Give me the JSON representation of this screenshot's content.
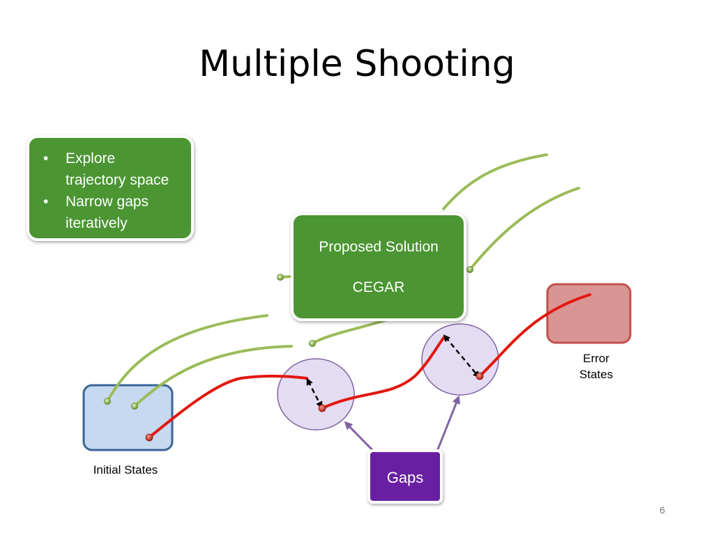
{
  "slide": {
    "title": "Multiple Shooting",
    "page_number": "6"
  },
  "bullets": [
    {
      "line1": "Explore",
      "line2": "trajectory space"
    },
    {
      "line1": "Narrow gaps",
      "line2": "iteratively"
    }
  ],
  "solution_box": {
    "line1": "Proposed Solution",
    "line2": "CEGAR"
  },
  "gaps_box": {
    "label": "Gaps"
  },
  "labels": {
    "initial_states": "Initial States",
    "error_states_line1": "Error",
    "error_states_line2": "States"
  },
  "colors": {
    "green_box": "#4b9533",
    "trajectory_green": "#9bbb59",
    "trajectory_red": "#e3170f",
    "initial_fill": "#c6d9f1",
    "initial_border": "#3a6496",
    "error_fill": "#d99594",
    "error_border": "#c0504d",
    "gap_circle": "#e4dcf2",
    "gaps_box": "#6a1fa3",
    "gap_arrow": "#8064a2"
  }
}
